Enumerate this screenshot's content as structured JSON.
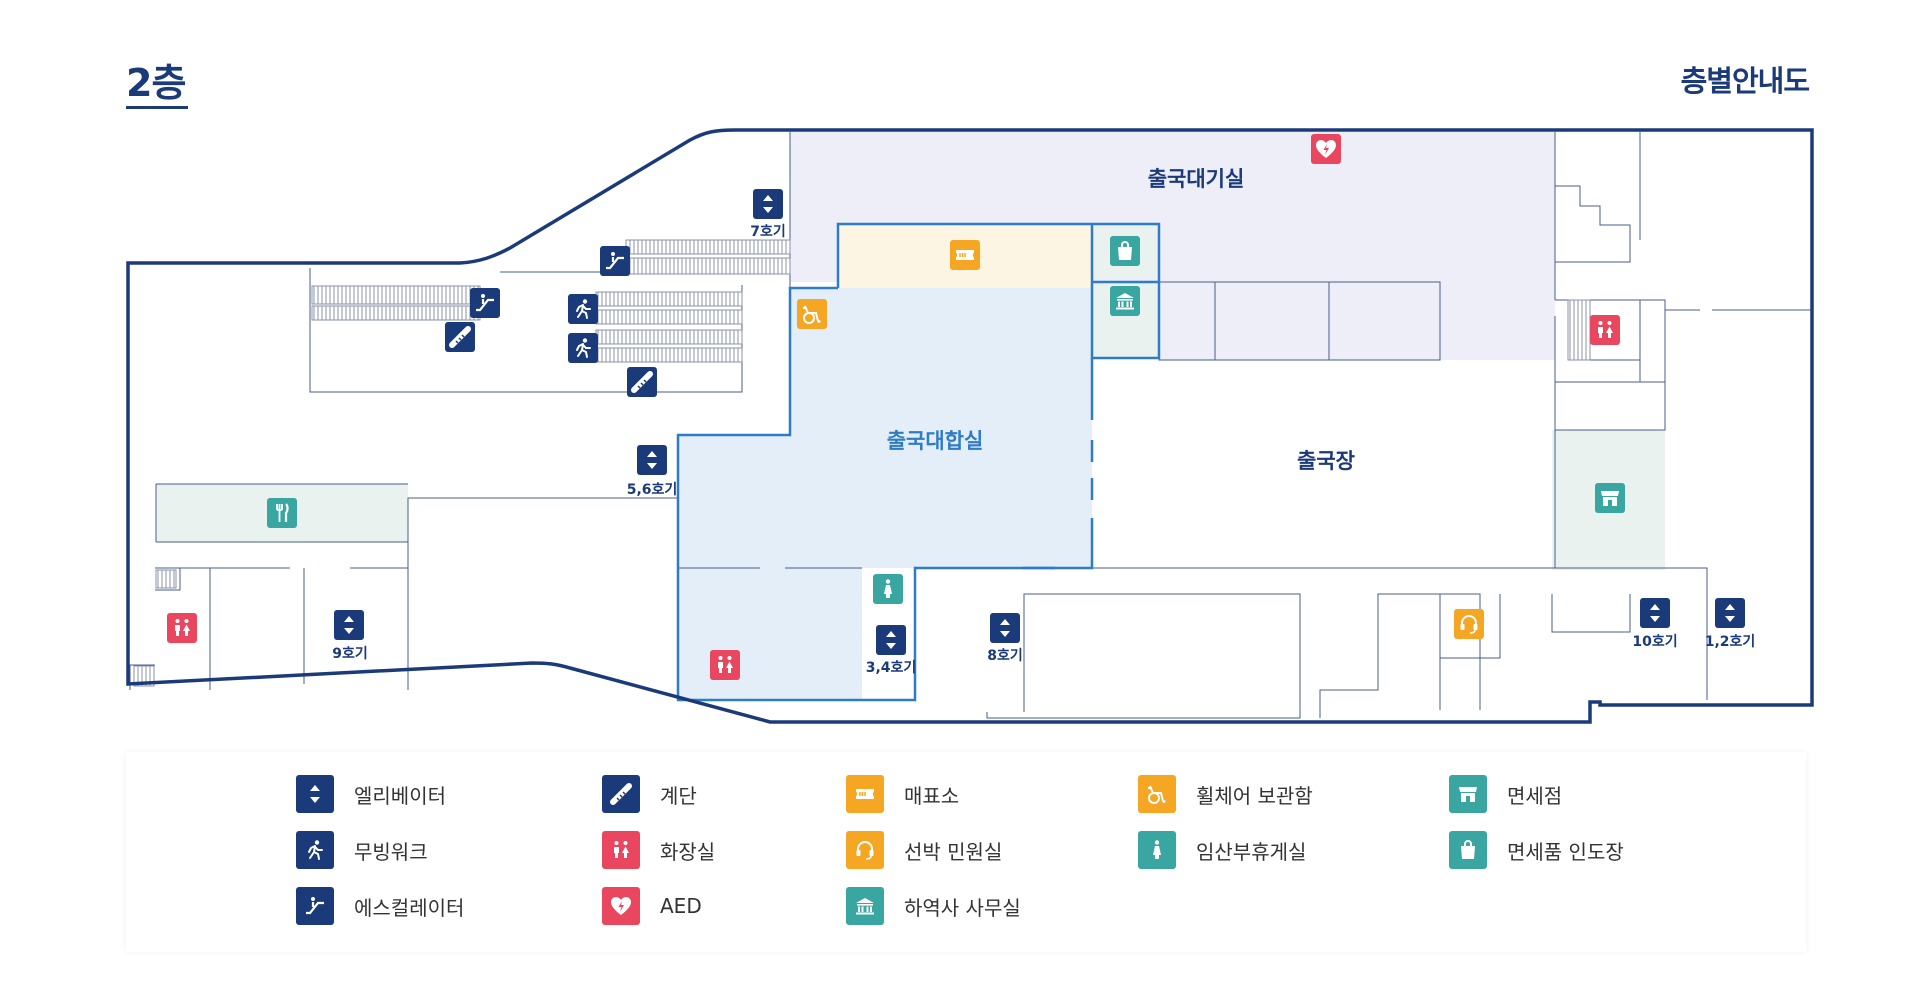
{
  "header": {
    "floor_title": "2층",
    "guide_title": "층별안내도"
  },
  "areas": {
    "departure_lounge": "출국대기실",
    "departure_hall": "출국대합실",
    "departure_gate": "출국장"
  },
  "elevators": {
    "e7": "7호기",
    "e56": "5,6호기",
    "e9": "9호기",
    "e34": "3,4호기",
    "e8": "8호기",
    "e10": "10호기",
    "e12": "1,2호기"
  },
  "legend": {
    "elevator": "엘리베이터",
    "moving_walk": "무빙워크",
    "escalator": "에스컬레이터",
    "stairs": "계단",
    "restroom": "화장실",
    "aed": "AED",
    "ticket_office": "매표소",
    "complaints_office": "선박 민원실",
    "cargo_office": "하역사 사무실",
    "wheelchair_storage": "휠체어 보관함",
    "nursing_room": "임산부휴게실",
    "duty_free": "면세점",
    "duty_free_pickup": "면세품 인도장"
  },
  "colors": {
    "navy": "#1b3a7a",
    "pink": "#e8475f",
    "orange": "#f5a623",
    "teal": "#3aa6a2",
    "lounge_fill": "#eeeef8",
    "hall_fill": "#e3eef9",
    "ticket_fill": "#fdf5e4",
    "mint_fill": "#e9f2ef"
  }
}
